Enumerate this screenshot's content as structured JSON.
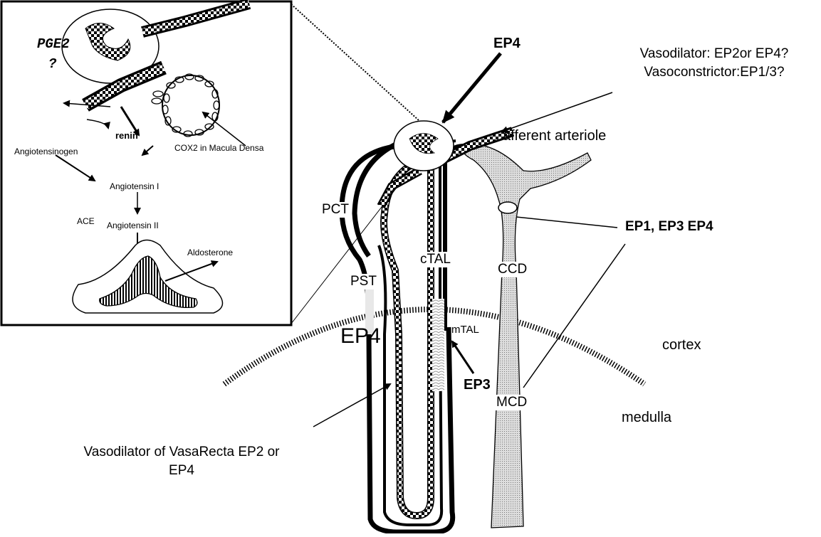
{
  "inset": {
    "pge2": "PGE2",
    "question": "?",
    "renin": "renin",
    "cox2": "COX2 in Macula Densa",
    "angiotensinogen": "Angiotensinogen",
    "angiotensin_1": "Angiotensin I",
    "ace": "ACE",
    "angiotensin_2": "Angiotensin II",
    "aldosterone": "Aldosterone"
  },
  "labels": {
    "ep4_top": "EP4",
    "vasodilator_line1": "Vasodilator: EP2or EP4?",
    "vasoconstrictor_line2": "Vasoconstrictor:EP1/3?",
    "afferent_arteriole": "afferent  arteriole",
    "pct": "PCT",
    "pst": "PST",
    "ep4_large": "EP4",
    "ctal": "cTAL",
    "mtal": "mTAL",
    "ccd": "CCD",
    "mcd": "MCD",
    "ep1_ep3_ep4": "EP1, EP3 EP4",
    "ep3": "EP3",
    "cortex": "cortex",
    "medulla": "medulla",
    "vasarecta_line1": "Vasodilator of VasaRecta EP2 or",
    "vasarecta_line2": "EP4"
  },
  "colors": {
    "ink": "#000000",
    "duct_fill": "#c8c8c8",
    "background": "#ffffff"
  }
}
